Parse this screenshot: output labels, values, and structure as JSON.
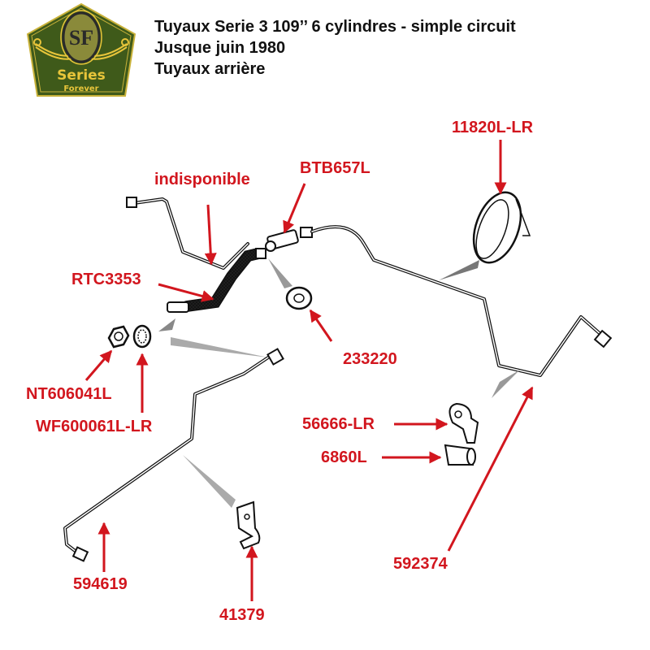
{
  "logo": {
    "monogram": "SF",
    "line1": "Series",
    "line2": "Forever",
    "colors": {
      "background": "#3f5a1a",
      "accent": "#e8c53a",
      "oval": "#8a8a3a",
      "text": "#2a2a2a"
    }
  },
  "header": {
    "title_line1": "Tuyaux Serie 3 109’’ 6 cylindres - simple circuit",
    "title_line2": "Jusque juin 1980",
    "title_line3": "Tuyaux arrière"
  },
  "labels": [
    {
      "id": "11820L-LR",
      "text": "11820L-LR"
    },
    {
      "id": "indisponible",
      "text": "indisponible"
    },
    {
      "id": "BTB657L",
      "text": "BTB657L"
    },
    {
      "id": "RTC3353",
      "text": "RTC3353"
    },
    {
      "id": "233220",
      "text": "233220"
    },
    {
      "id": "NT606041L",
      "text": "NT606041L"
    },
    {
      "id": "WF600061L-LR",
      "text": "WF600061L-LR"
    },
    {
      "id": "56666-LR",
      "text": "56666-LR"
    },
    {
      "id": "6860L",
      "text": "6860L"
    },
    {
      "id": "592374",
      "text": "592374"
    },
    {
      "id": "594619",
      "text": "594619"
    },
    {
      "id": "41379",
      "text": "41379"
    }
  ],
  "colors": {
    "label": "#d2161e",
    "line": "#111111"
  }
}
